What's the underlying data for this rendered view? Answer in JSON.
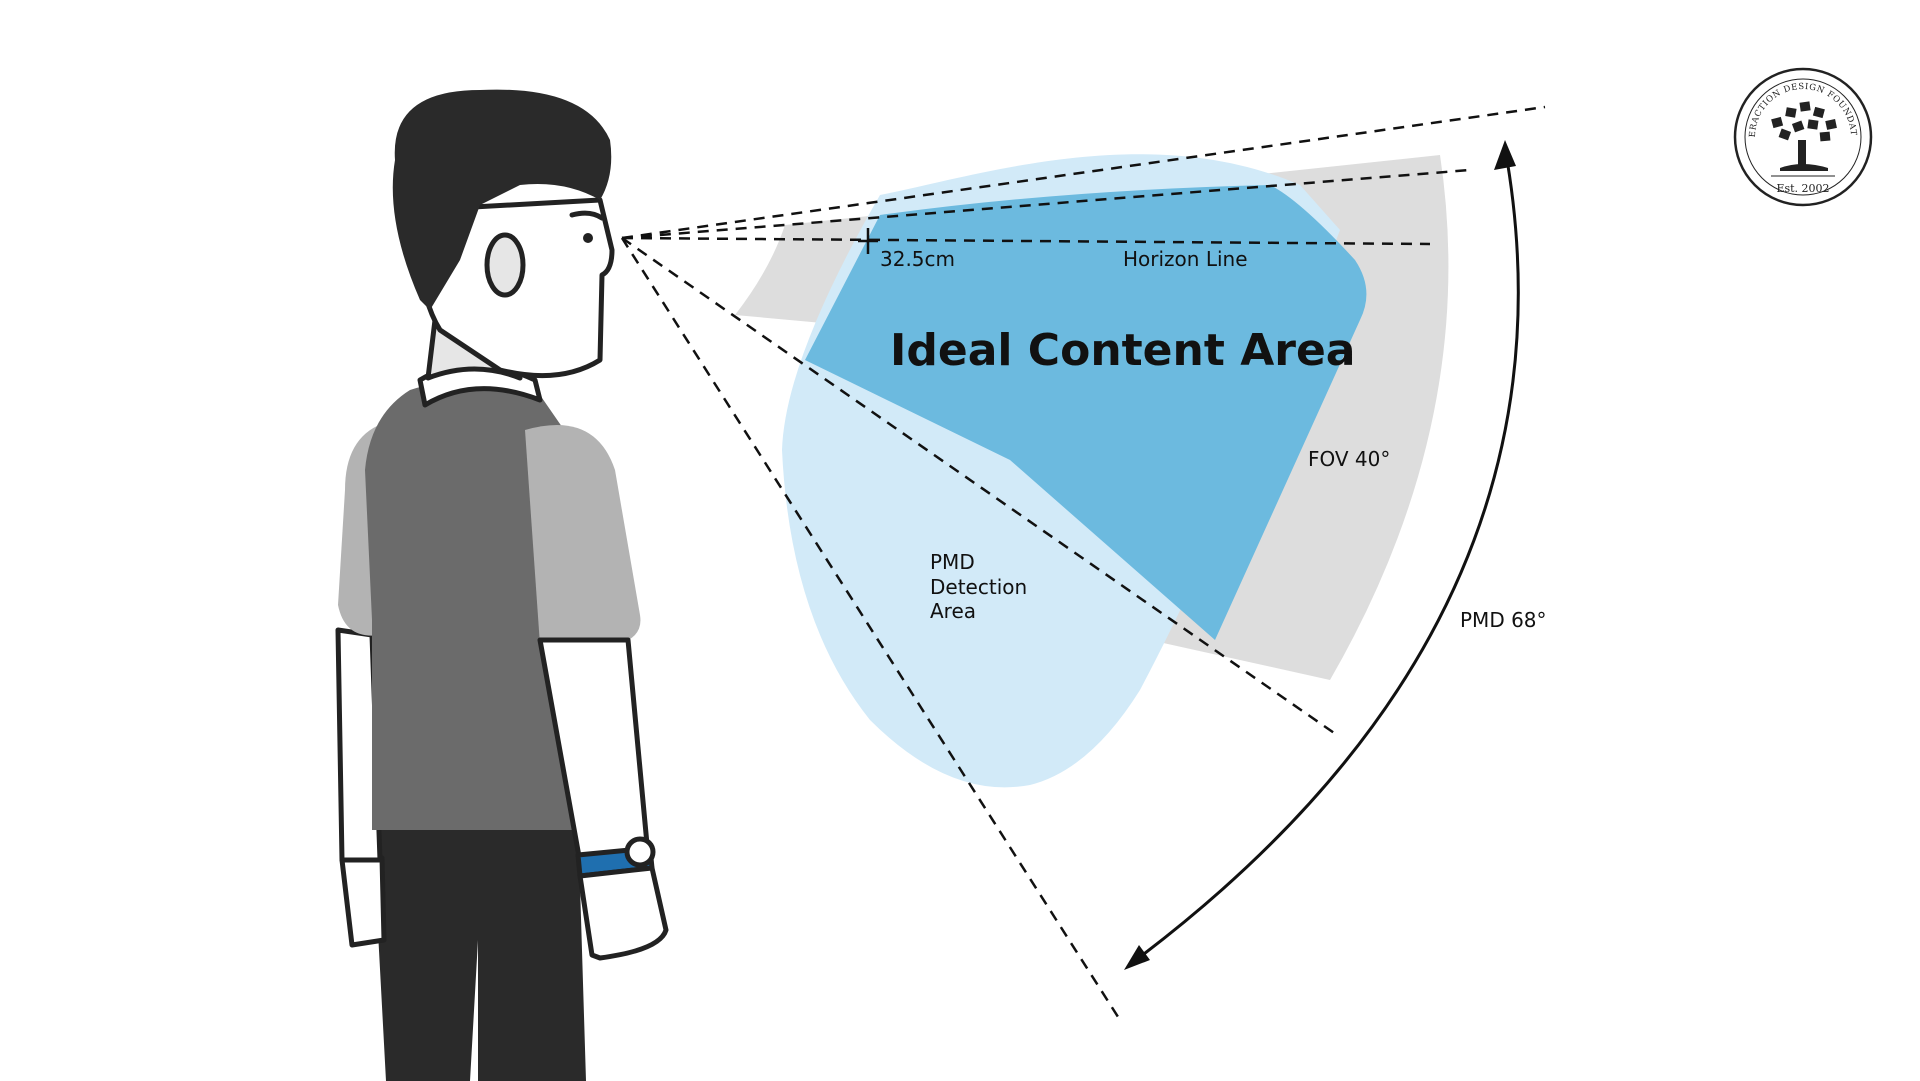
{
  "labels": {
    "title": "Ideal Content Area",
    "distance": "32.5cm",
    "horizon": "Horizon Line",
    "fov": "FOV 40°",
    "pmd_area_line1": "PMD",
    "pmd_area_line2": "Detection",
    "pmd_area_line3": "Area",
    "pmd_angle": "PMD 68°"
  },
  "logo": {
    "ring_text": "INTERACTION DESIGN FOUNDATION",
    "established": "Est. 2002"
  },
  "colors": {
    "ideal_area": "#6cbadf",
    "pmd_area": "#d2eaf8",
    "fov_band": "#dddddd",
    "ink": "#111111",
    "shirt": "#6b6b6b",
    "sleeve": "#b3b3b3",
    "trousers": "#2a2a2a",
    "watch_band": "#1f6faf"
  }
}
